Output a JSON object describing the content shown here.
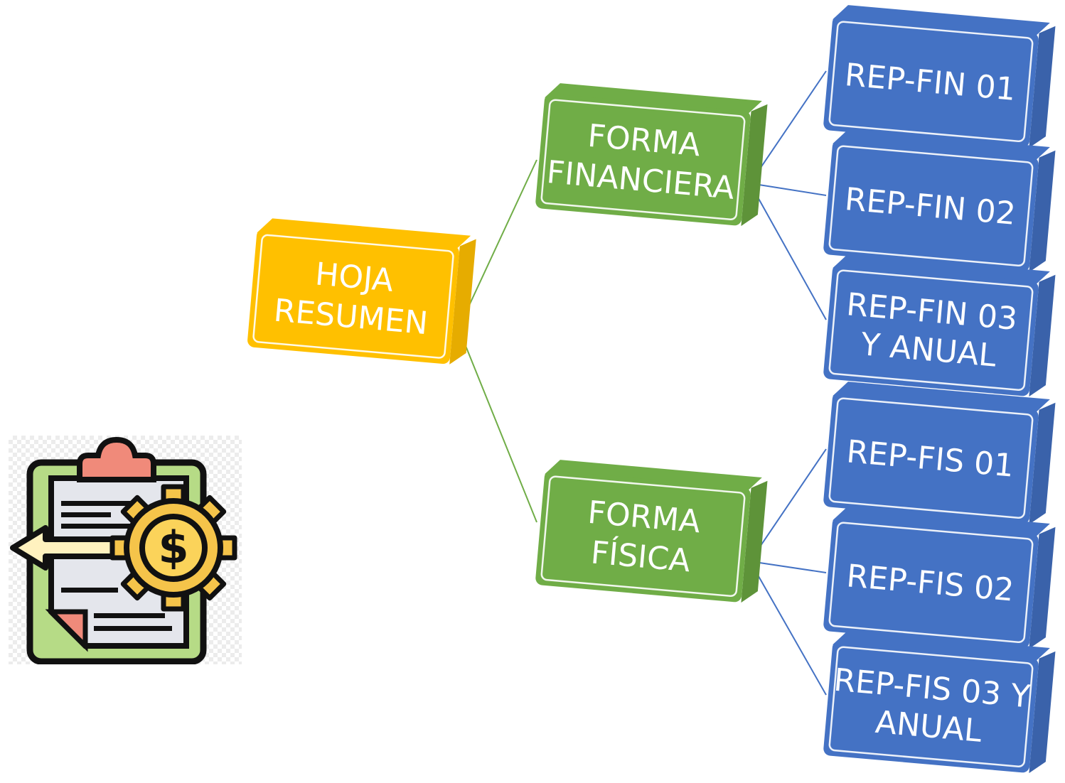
{
  "diagram": {
    "root": {
      "lines": [
        "HOJA",
        "RESUMEN"
      ],
      "color": "#FFC000",
      "side_color": "#E6AC00"
    },
    "branches": [
      {
        "lines": [
          "FORMA",
          "FINANCIERA"
        ],
        "color": "#70AD47",
        "side_color": "#5E9339",
        "children": [
          {
            "lines": [
              "REP-FIN 01"
            ]
          },
          {
            "lines": [
              "REP-FIN 02"
            ]
          },
          {
            "lines": [
              "REP-FIN 03",
              "Y ANUAL"
            ]
          }
        ]
      },
      {
        "lines": [
          "FORMA",
          "FÍSICA"
        ],
        "color": "#70AD47",
        "side_color": "#5E9339",
        "children": [
          {
            "lines": [
              "REP-FIS 01"
            ]
          },
          {
            "lines": [
              "REP-FIS 02"
            ]
          },
          {
            "lines": [
              "REP-FIS 03 Y",
              "ANUAL"
            ]
          }
        ]
      }
    ],
    "leaf_color": "#4472C4",
    "leaf_side_color": "#3A62AA",
    "root_connector_color": "#70AD47",
    "leaf_connector_color": "#4472C4"
  },
  "icon": {
    "name": "clipboard-dollar-gear-icon",
    "symbol": "$"
  }
}
